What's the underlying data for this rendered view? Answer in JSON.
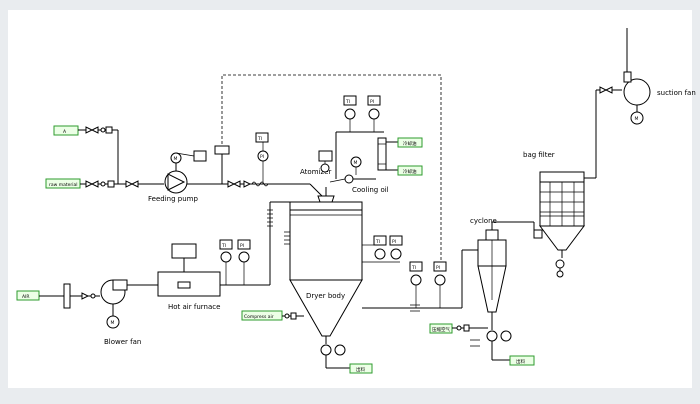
{
  "labels": {
    "feeding_pump": "Feeding pump",
    "atomizer": "Atomizer",
    "cooling_oil": "Cooling oil",
    "hot_air_furnace": "Hot air furnace",
    "blower_fan": "Blower fan",
    "dryer_body": "Dryer body",
    "compress_air": "Compress air",
    "cyclone": "cyclone",
    "bag_filter": "bag filter",
    "suction_fan": "suction fan"
  },
  "tags": {
    "feed_a": "A",
    "raw_material": "raw material",
    "air": "AIR",
    "oil_1": "冷却油",
    "oil_2": "冷却油",
    "bottom": "出料",
    "cyclone_side": "压缩空气",
    "cyclone_bottom": "出料"
  },
  "instruments": {
    "TI": "TI",
    "PI": "PI",
    "M": "M"
  },
  "colors": {
    "tag_border": "#2e9b2e",
    "background": "#e9ecef",
    "panel": "#ffffff"
  }
}
